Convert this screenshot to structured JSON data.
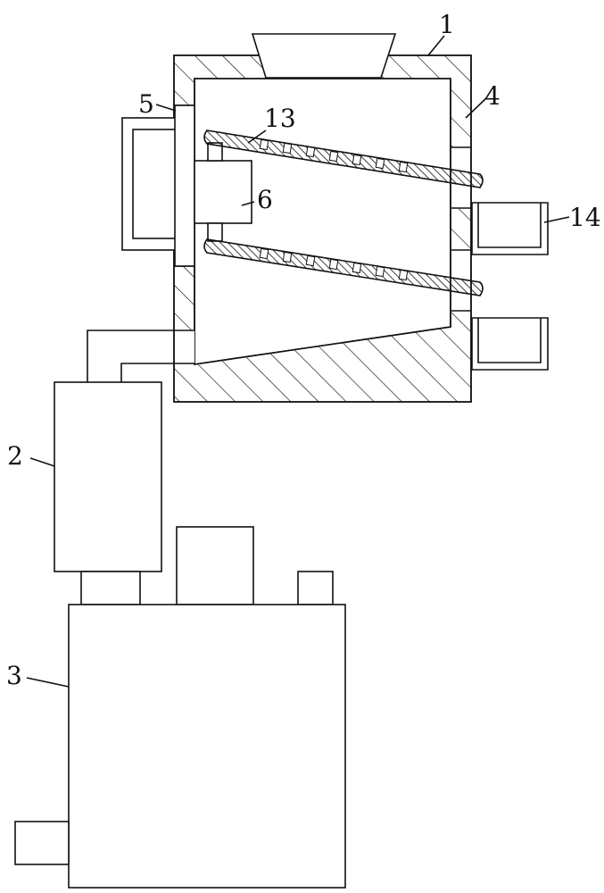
{
  "labels": {
    "l1": "1",
    "l2": "2",
    "l3": "3",
    "l4": "4",
    "l5": "5",
    "l6": "6",
    "l13": "13",
    "l14": "14"
  },
  "colors": {
    "line": "#111111",
    "background": "#ffffff"
  }
}
